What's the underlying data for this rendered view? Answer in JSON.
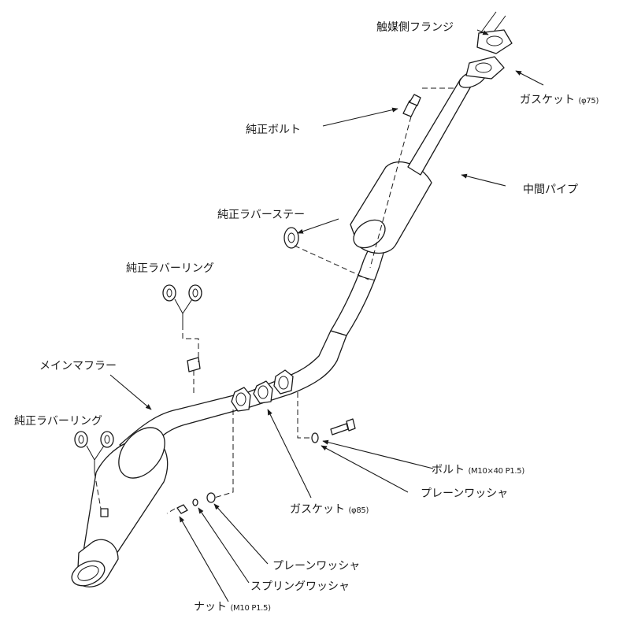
{
  "labels": {
    "cat_flange": "触媒側フランジ",
    "gasket75": "ガスケット",
    "gasket75_spec": "(φ75)",
    "oem_bolt": "純正ボルト",
    "center_pipe": "中間パイプ",
    "oem_rubber_stay": "純正ラバーステー",
    "oem_rubber_ring_upper": "純正ラバーリング",
    "main_muffler": "メインマフラー",
    "oem_rubber_ring_lower": "純正ラバーリング",
    "bolt": "ボルト",
    "bolt_spec": "(M10×40 P1.5)",
    "plain_washer_right": "プレーンワッシャ",
    "gasket85": "ガスケット",
    "gasket85_spec": "(φ85)",
    "plain_washer_bottom": "プレーンワッシャ",
    "spring_washer": "スプリングワッシャ",
    "nut": "ナット",
    "nut_spec": "(M10 P1.5)"
  },
  "colors": {
    "line": "#1a1a1a",
    "background": "#ffffff"
  }
}
